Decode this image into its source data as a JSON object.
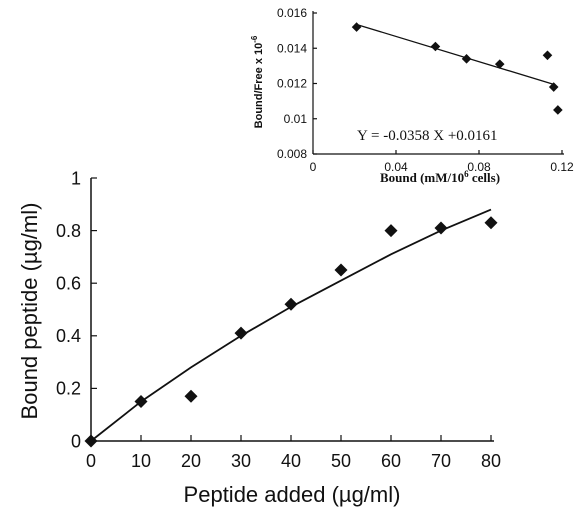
{
  "chart_data": [
    {
      "type": "scatter",
      "xlabel": "Peptide added (µg/ml)",
      "ylabel": "Bound peptide (µg/ml)",
      "xlim": [
        0,
        80
      ],
      "ylim": [
        0,
        1
      ],
      "xticks": [
        "0",
        "10",
        "20",
        "30",
        "40",
        "50",
        "60",
        "70",
        "80"
      ],
      "yticks": [
        "0",
        "0.2",
        "0.4",
        "0.6",
        "0.8",
        "1"
      ],
      "grid": false,
      "points": {
        "x": [
          0,
          10,
          20,
          30,
          40,
          50,
          60,
          70,
          80
        ],
        "y": [
          0.0,
          0.15,
          0.17,
          0.41,
          0.52,
          0.65,
          0.8,
          0.81,
          0.83
        ]
      },
      "fit_curve": {
        "x": [
          0,
          10,
          20,
          30,
          40,
          50,
          60,
          70,
          80
        ],
        "y": [
          0.0,
          0.15,
          0.28,
          0.4,
          0.51,
          0.61,
          0.71,
          0.8,
          0.88
        ]
      },
      "marker": "diamond",
      "color": "#111111"
    },
    {
      "type": "scatter",
      "xlabel_main": "Bound (mM/10",
      "xlabel_sup": "6",
      "xlabel_tail": " cells)",
      "ylabel_main": "Bound/Free x 10",
      "ylabel_sup": "-6",
      "xlim": [
        0,
        0.12
      ],
      "ylim": [
        0.008,
        0.016
      ],
      "xticks": [
        "0",
        "0.04",
        "0.08",
        "0.12"
      ],
      "yticks": [
        "0.008",
        "0.01",
        "0.012",
        "0.014",
        "0.016"
      ],
      "grid": false,
      "points": {
        "x": [
          0.021,
          0.059,
          0.074,
          0.09,
          0.113,
          0.116,
          0.118
        ],
        "y": [
          0.0152,
          0.0141,
          0.0134,
          0.0131,
          0.0136,
          0.0118,
          0.0105
        ]
      },
      "fit_line": {
        "x": [
          0.021,
          0.116
        ],
        "y": [
          0.01535,
          0.01195
        ]
      },
      "annotation": "Y = -0.0358 X +0.0161",
      "marker": "diamond",
      "color": "#111111"
    }
  ]
}
